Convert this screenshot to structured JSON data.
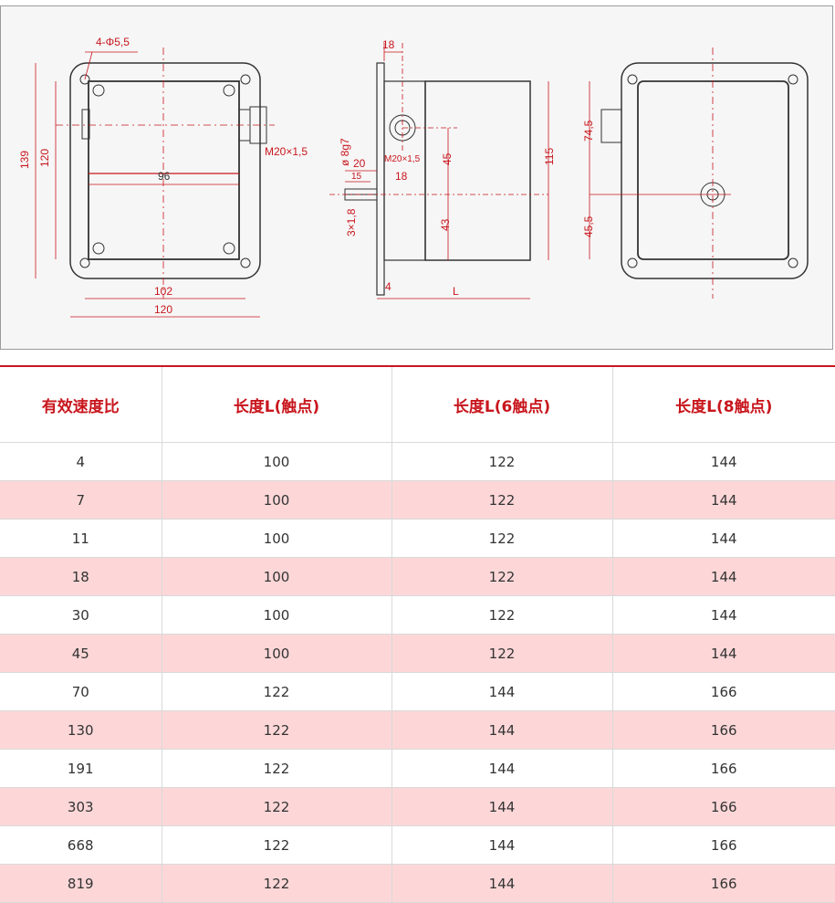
{
  "drawing": {
    "front_view": {
      "hole_spec": "4-Φ5,5",
      "height_outer": "139",
      "height_inner": "120",
      "width_inner": "96",
      "width_holes": "102",
      "width_outer": "120",
      "thread": "M20×1,5"
    },
    "side_view": {
      "flange_thickness": "18",
      "shaft_dia": "ø 8g7",
      "shaft_len_a": "20",
      "shaft_len_b": "15",
      "key": "3×1,8",
      "thread": "M20×1,5",
      "thread_offset": "18",
      "dim_45": "45",
      "dim_43": "43",
      "height": "115",
      "base": "4",
      "length": "L"
    },
    "rear_view": {
      "upper": "74,5",
      "lower": "45,5"
    }
  },
  "table": {
    "headers": [
      "有效速度比",
      "长度L(触点)",
      "长度L(6触点)",
      "长度L(8触点)"
    ],
    "rows": [
      [
        "4",
        "100",
        "122",
        "144"
      ],
      [
        "7",
        "100",
        "122",
        "144"
      ],
      [
        "11",
        "100",
        "122",
        "144"
      ],
      [
        "18",
        "100",
        "122",
        "144"
      ],
      [
        "30",
        "100",
        "122",
        "144"
      ],
      [
        "45",
        "100",
        "122",
        "144"
      ],
      [
        "70",
        "122",
        "144",
        "166"
      ],
      [
        "130",
        "122",
        "144",
        "166"
      ],
      [
        "191",
        "122",
        "144",
        "166"
      ],
      [
        "303",
        "122",
        "144",
        "166"
      ],
      [
        "668",
        "122",
        "144",
        "166"
      ],
      [
        "819",
        "122",
        "144",
        "166"
      ]
    ]
  },
  "colors": {
    "accent": "#c8161d",
    "stripe": "#fdd7d8"
  }
}
